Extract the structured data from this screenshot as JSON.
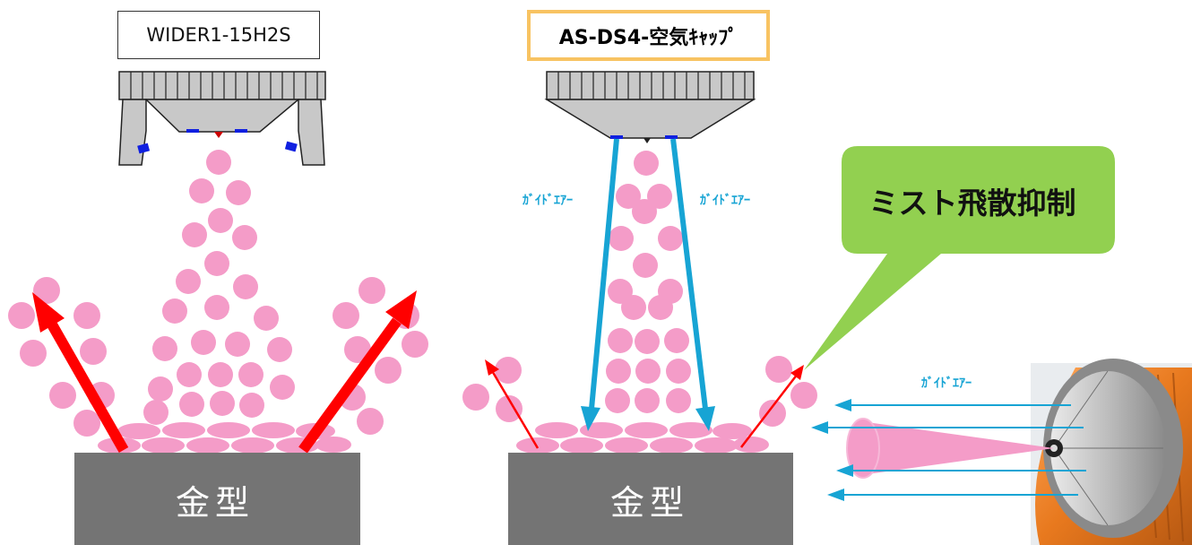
{
  "left_label": "WIDER1-15H2S",
  "right_label": "AS-DS4-空気ｷｬｯﾌﾟ",
  "mold_label_left": "金型",
  "mold_label_right": "金型",
  "guide_air_label": "ｶﾞｲﾄﾞｴｱｰ",
  "callout_text": "ミスト飛散抑制",
  "colors": {
    "mist": "#f49cc8",
    "mold": "#747474",
    "gun_body": "#c8c8c8",
    "scatter_arrow": "#ff0000",
    "guide_air": "#17a4d4",
    "callout": "#92d050",
    "highlight_border": "#f8c362",
    "air_cap": "#f08a24"
  }
}
